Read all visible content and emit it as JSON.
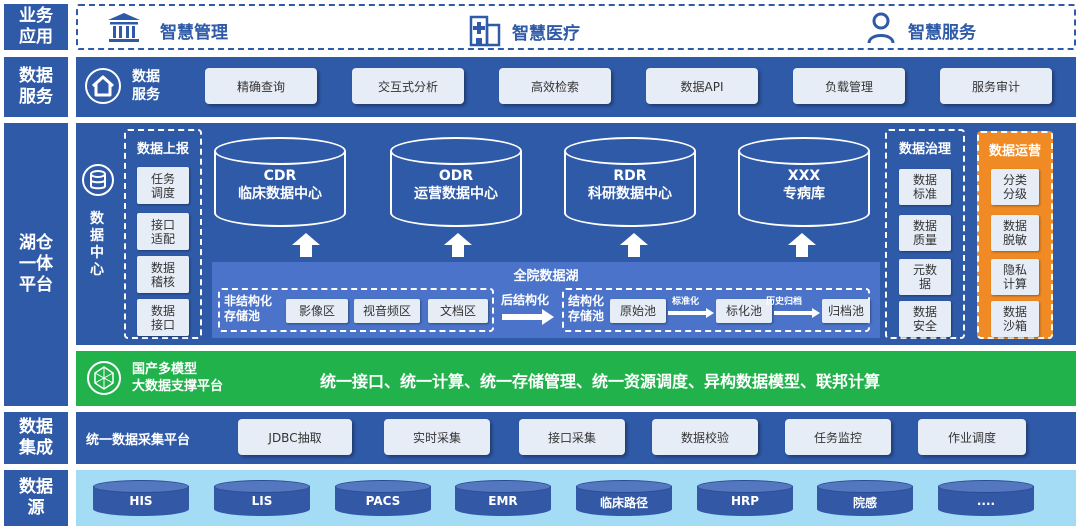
{
  "rows": {
    "app_label": "业务\n应用",
    "service_label": "数据\n服务",
    "platform_label": "湖仓\n一体\n平台",
    "integration_label": "数据\n集成",
    "source_label": "数据\n源"
  },
  "apps": [
    {
      "icon": "building-icon",
      "label": "智慧管理"
    },
    {
      "icon": "hospital-icon",
      "label": "智慧医疗"
    },
    {
      "icon": "person-icon",
      "label": "智慧服务"
    }
  ],
  "data_service": {
    "icon": "home-icon",
    "title": "数据\n服务",
    "items": [
      "精确查询",
      "交互式分析",
      "高效检索",
      "数据API",
      "负载管理",
      "服务审计"
    ]
  },
  "data_center": {
    "icon": "database-icon",
    "title": "数\n据\n中\n心",
    "report": {
      "title": "数据上报",
      "items": [
        "任务\n调度",
        "接口\n适配",
        "数据\n稽核",
        "数据\n接口"
      ]
    },
    "databases": [
      {
        "line1": "CDR",
        "line2": "临床数据中心"
      },
      {
        "line1": "ODR",
        "line2": "运营数据中心"
      },
      {
        "line1": "RDR",
        "line2": "科研数据中心"
      },
      {
        "line1": "XXX",
        "line2": "专病库"
      }
    ],
    "lake": {
      "title": "全院数据湖",
      "unstructured_title": "非结构化\n存储池",
      "unstructured_items": [
        "影像区",
        "视音频区",
        "文档区"
      ],
      "post_structuring": "后结构化",
      "structured_title": "结构化\n存储池",
      "structured_items": [
        "原始池",
        "标化池",
        "归档池"
      ],
      "flow_labels": [
        "标准化",
        "历史归档"
      ]
    },
    "governance": {
      "title": "数据治理",
      "items": [
        "数据\n标准",
        "数据\n质量",
        "元数\n据",
        "数据\n安全"
      ]
    },
    "operations": {
      "title": "数据运营",
      "items": [
        "分类\n分级",
        "数据\n脱敏",
        "隐私\n计算",
        "数据\n沙箱"
      ]
    }
  },
  "bigdata": {
    "icon": "network-icon",
    "title": "国产多模型\n大数据支撑平台",
    "text": "统一接口、统一计算、统一存储管理、统一资源调度、异构数据模型、联邦计算"
  },
  "integration": {
    "title": "统一数据采集平台",
    "items": [
      "JDBC抽取",
      "实时采集",
      "接口采集",
      "数据校验",
      "任务监控",
      "作业调度"
    ]
  },
  "sources": [
    "HIS",
    "LIS",
    "PACS",
    "EMR",
    "临床路径",
    "HRP",
    "院感",
    "...."
  ],
  "colors": {
    "primary": "#2f5aa8",
    "panel": "#3f6cc4",
    "green": "#22b24c",
    "orange": "#f08a24",
    "source_bg": "#a5dcf5"
  }
}
